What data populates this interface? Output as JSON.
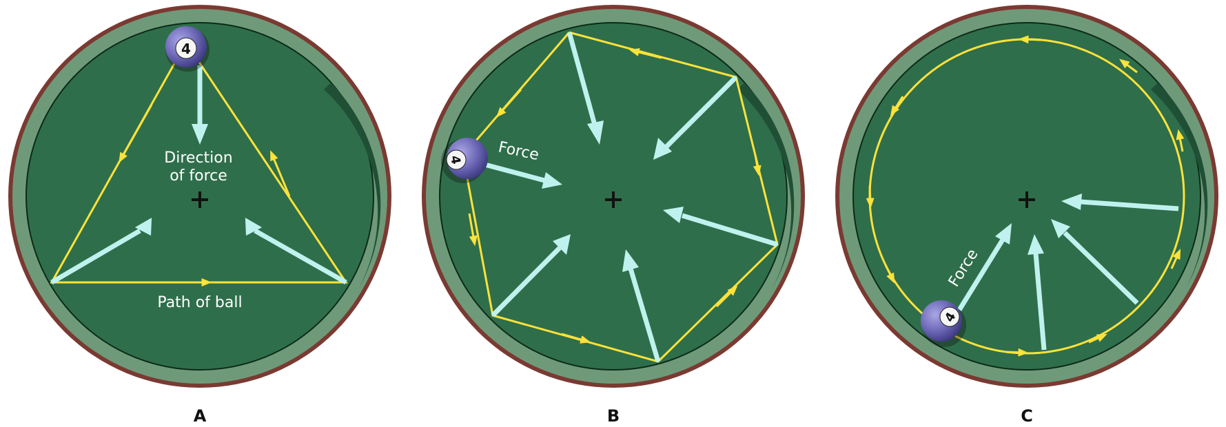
{
  "colors": {
    "table_rim": "#7a3a32",
    "table_rail": "#6f9a7a",
    "felt": "#2f6e4b",
    "felt_shadow": "#1f5035",
    "path": "#ffe23a",
    "force": "#bff2ee",
    "ball": "#6e6ab8",
    "center_mark": "#111111"
  },
  "ball_number": "4",
  "panels": [
    {
      "letter": "A",
      "labels": [
        "Direction",
        "of force",
        "Path of ball"
      ]
    },
    {
      "letter": "B",
      "labels": [
        "Force"
      ]
    },
    {
      "letter": "C",
      "labels": [
        "Force"
      ]
    }
  ]
}
